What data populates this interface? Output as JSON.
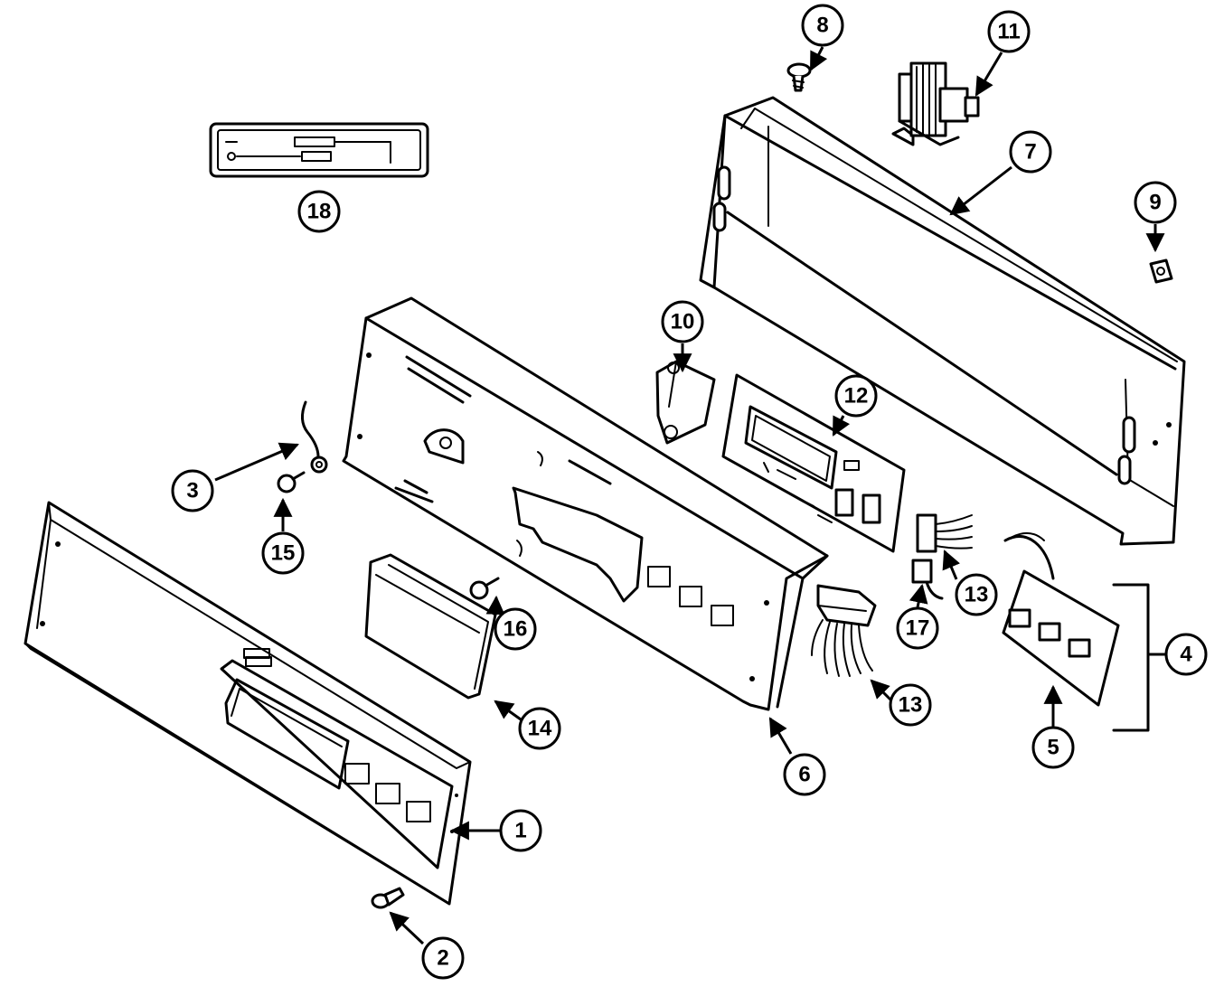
{
  "callouts": [
    {
      "id": "c1",
      "label": "1"
    },
    {
      "id": "c2",
      "label": "2"
    },
    {
      "id": "c3",
      "label": "3"
    },
    {
      "id": "c4",
      "label": "4"
    },
    {
      "id": "c5",
      "label": "5"
    },
    {
      "id": "c6",
      "label": "6"
    },
    {
      "id": "c7",
      "label": "7"
    },
    {
      "id": "c8",
      "label": "8"
    },
    {
      "id": "c9",
      "label": "9"
    },
    {
      "id": "c10",
      "label": "10"
    },
    {
      "id": "c11",
      "label": "11"
    },
    {
      "id": "c12",
      "label": "12"
    },
    {
      "id": "c13a",
      "label": "13"
    },
    {
      "id": "c13b",
      "label": "13"
    },
    {
      "id": "c14",
      "label": "14"
    },
    {
      "id": "c15",
      "label": "15"
    },
    {
      "id": "c16",
      "label": "16"
    },
    {
      "id": "c17",
      "label": "17"
    },
    {
      "id": "c18",
      "label": "18"
    }
  ]
}
